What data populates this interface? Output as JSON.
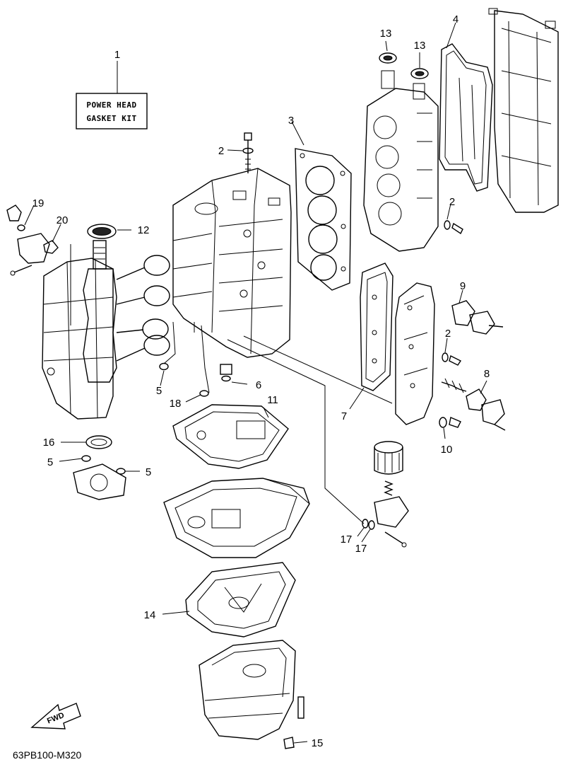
{
  "kit_label": {
    "line1": "POWER HEAD",
    "line2": "GASKET KIT"
  },
  "diagram_code": "63PB100-M320",
  "fwd_label": "FWD",
  "callouts": {
    "c1": "1",
    "c2a": "2",
    "c2b": "2",
    "c2c": "2",
    "c3": "3",
    "c4": "4",
    "c5a": "5",
    "c5b": "5",
    "c5c": "5",
    "c6": "6",
    "c7": "7",
    "c8": "8",
    "c9": "9",
    "c10": "10",
    "c11": "11",
    "c12": "12",
    "c13a": "13",
    "c13b": "13",
    "c14": "14",
    "c15": "15",
    "c16": "16",
    "c17a": "17",
    "c17b": "17",
    "c18": "18",
    "c19": "19",
    "c20": "20"
  }
}
